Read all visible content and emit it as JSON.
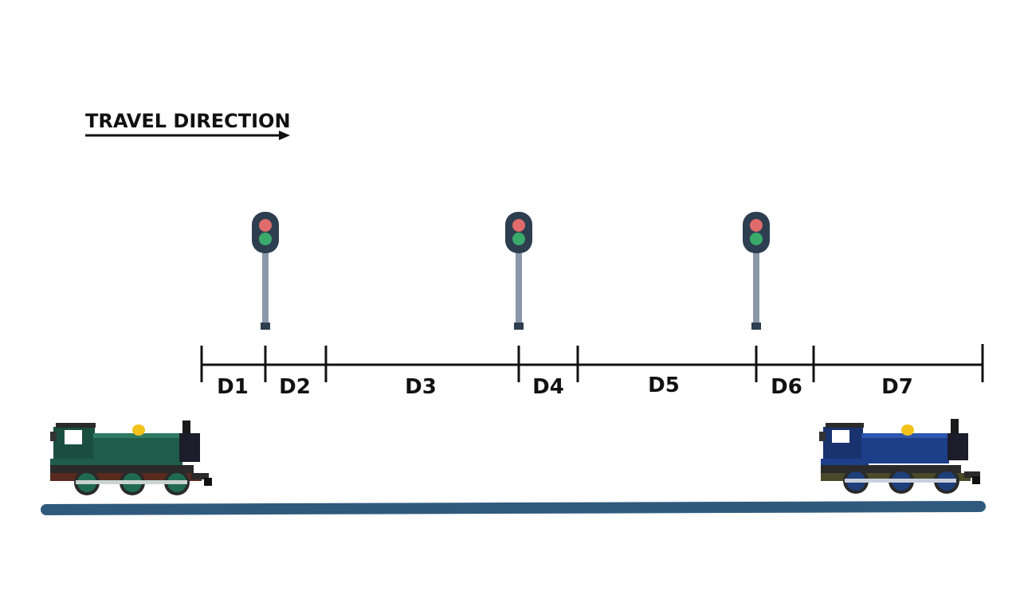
{
  "direction": {
    "label": "TRAVEL DIRECTION"
  },
  "segments": [
    "D1",
    "D2",
    "D3",
    "D4",
    "D5",
    "D6",
    "D7"
  ],
  "signals": [
    {
      "name": "signal-1",
      "lights": [
        "red",
        "green"
      ]
    },
    {
      "name": "signal-2",
      "lights": [
        "red",
        "green"
      ]
    },
    {
      "name": "signal-3",
      "lights": [
        "red",
        "green"
      ]
    }
  ],
  "trains": [
    {
      "name": "green-locomotive",
      "color": "#1f5c4a"
    },
    {
      "name": "blue-locomotive",
      "color": "#1d3f8a"
    }
  ],
  "colors": {
    "track": "#2f5a7d",
    "signal_head": "#2d3e50",
    "signal_red": "#e06b6b",
    "signal_green": "#3aaa6a",
    "signal_pole": "#8a97a8"
  }
}
